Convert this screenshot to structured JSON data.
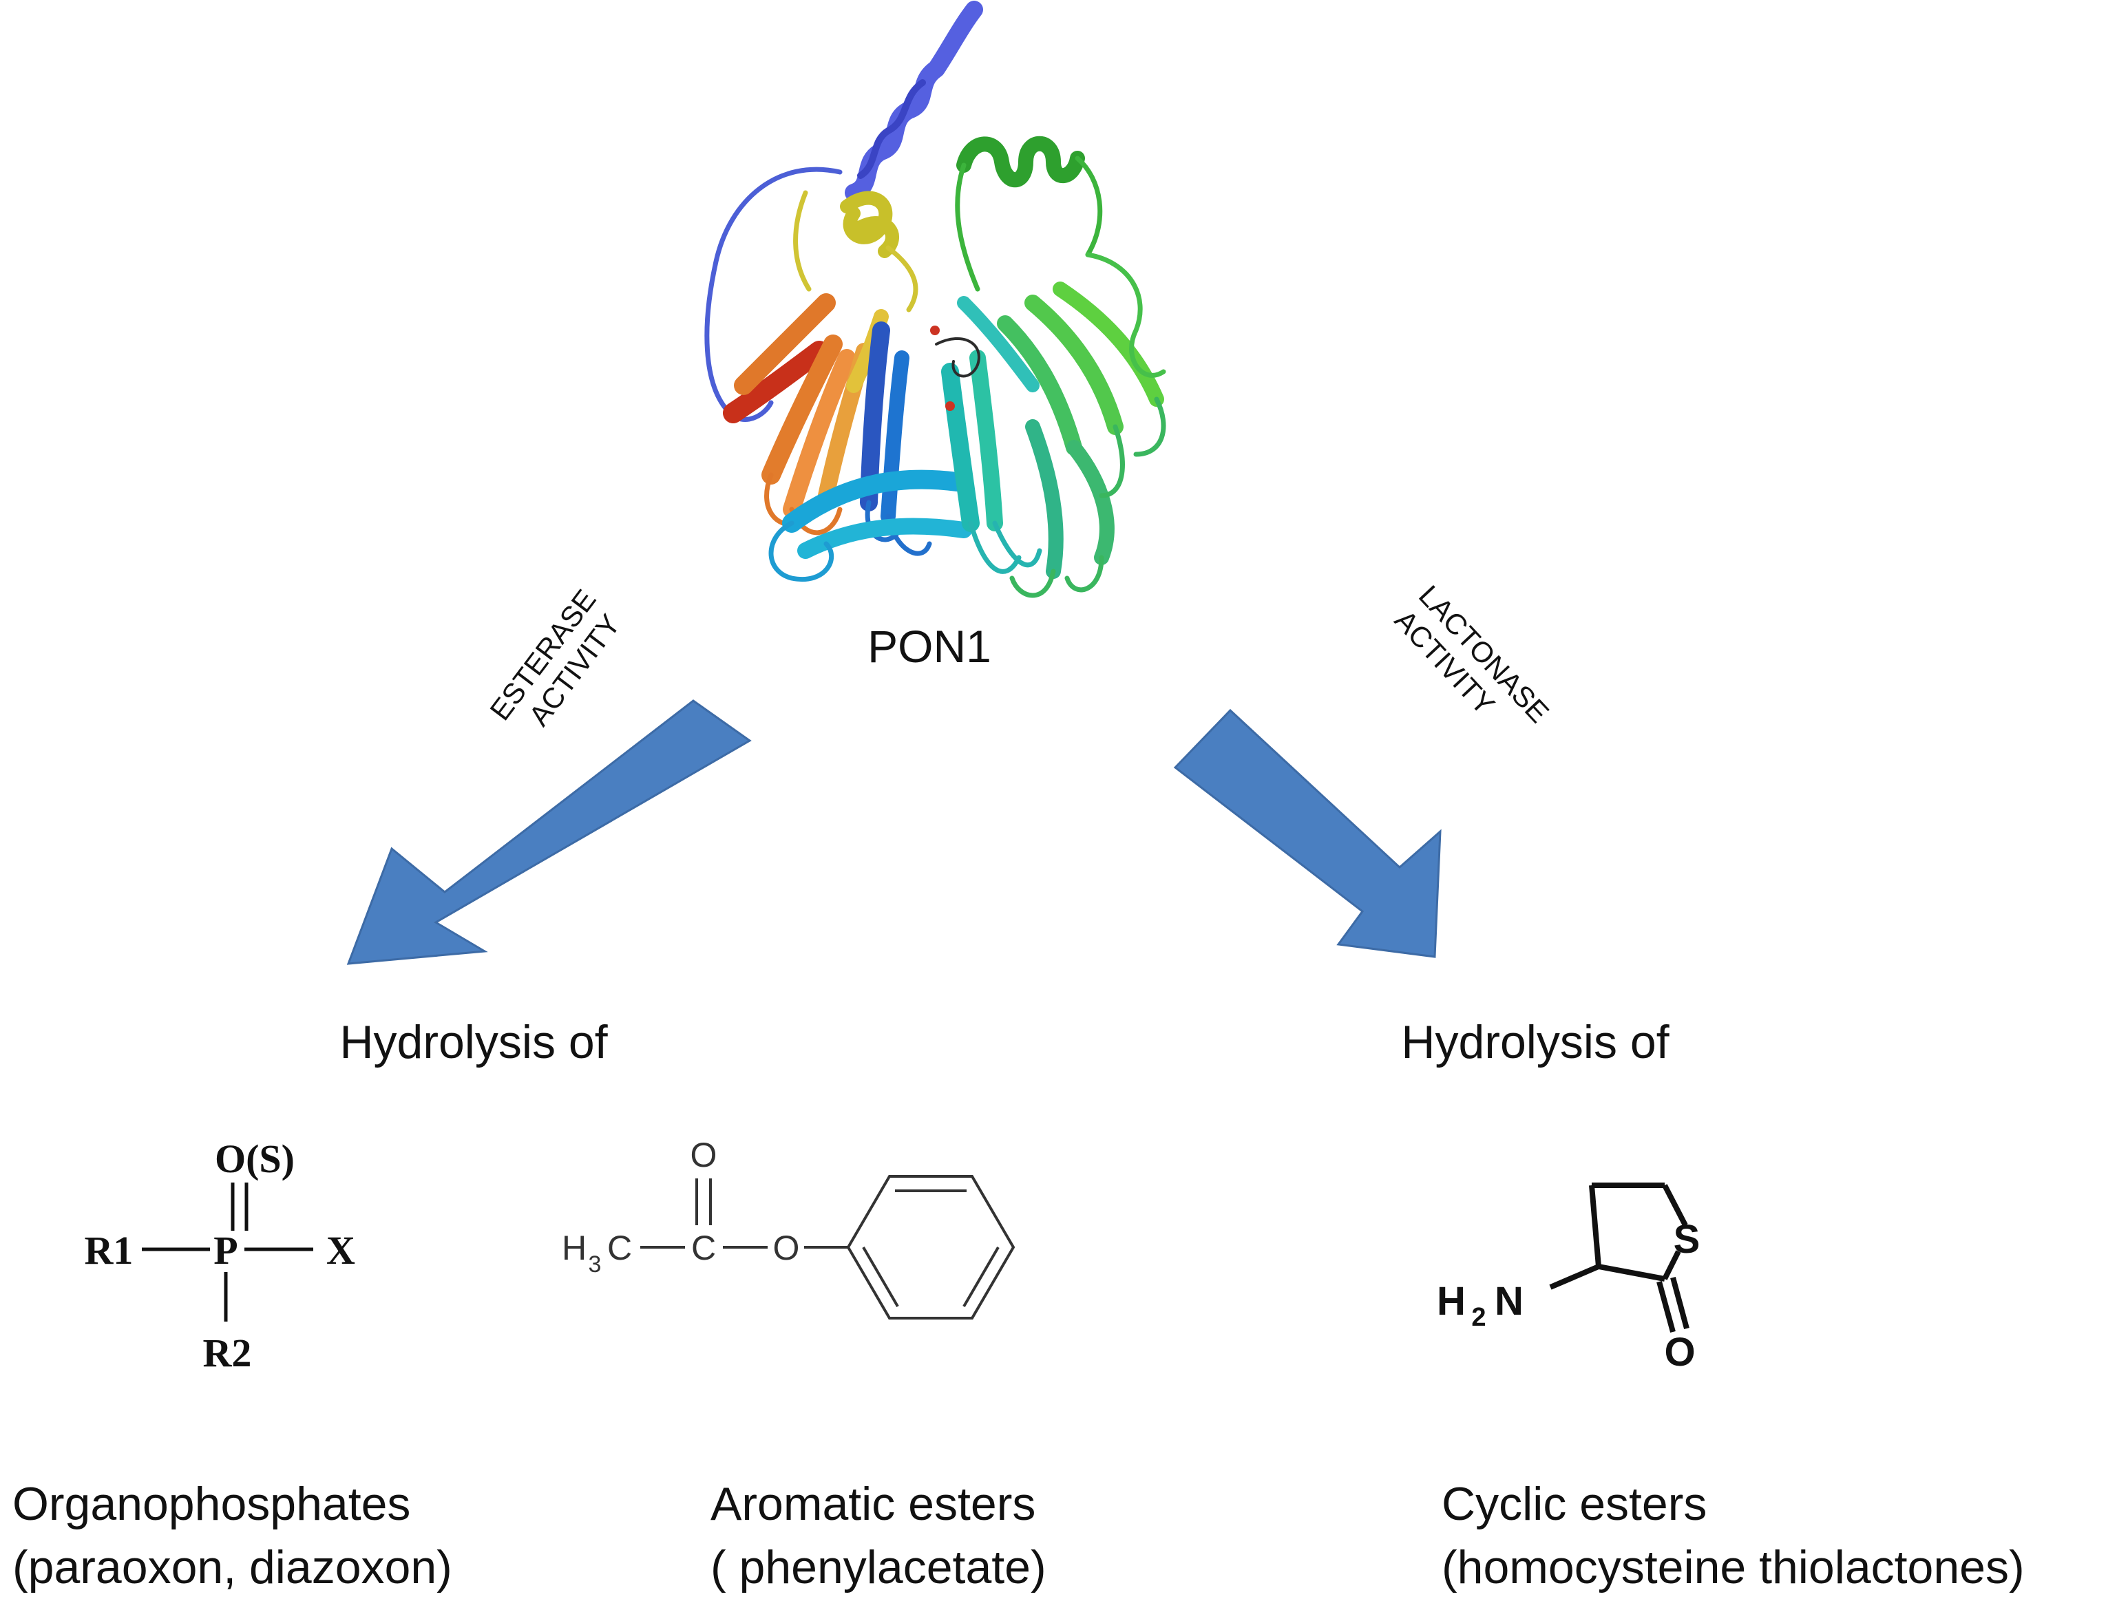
{
  "protein": {
    "name": "PON1"
  },
  "arrows": {
    "left": {
      "label_line1": "ESTERASE",
      "label_line2": "ACTIVITY",
      "color": "#4a7fc1"
    },
    "right": {
      "label_line1": "LACTONASE",
      "label_line2": "ACTIVITY",
      "color": "#4a7fc1"
    }
  },
  "left_heading": "Hydrolysis of",
  "right_heading": "Hydrolysis of",
  "organophosphate": {
    "top_atom": "O(S)",
    "left_group": "R1",
    "center_atom": "P",
    "right_group": "X",
    "bottom_group": "R2",
    "caption_line1": "Organophosphates",
    "caption_line2": "(paraoxon, diazoxon)"
  },
  "aromatic_ester": {
    "carbonyl_o": "O",
    "methyl_h": "H",
    "methyl_sub": "3",
    "methyl_c": "C",
    "carbonyl_c": "C",
    "ester_o": "O",
    "caption_line1": "Aromatic esters",
    "caption_line2": "( phenylacetate)"
  },
  "thiolactone": {
    "sulfur": "S",
    "amine_h": "H",
    "amine_sub": "2",
    "amine_n": "N",
    "carbonyl_o": "O",
    "colors": {
      "sulfur": "#8a8a3a",
      "nitrogen": "#1a1acc",
      "oxygen": "#dd1111"
    },
    "caption_line1": "Cyclic esters",
    "caption_line2": "(homocysteine thiolactones)"
  }
}
